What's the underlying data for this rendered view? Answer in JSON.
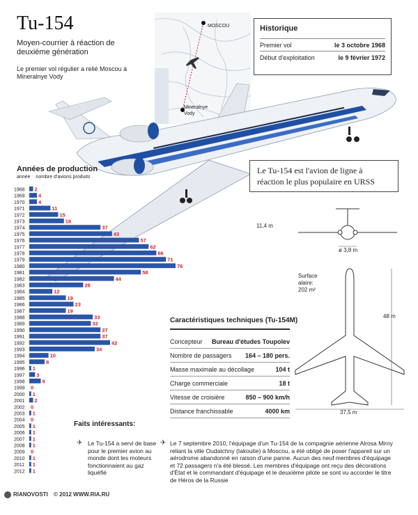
{
  "header": {
    "title": "Tu-154",
    "subtitle": "Moyen-courrier à réaction de deuxième génération",
    "route_note": "Le premier vol régulier a relié Moscou à Mineralnye Vody"
  },
  "map": {
    "city_top": "MOSCOU",
    "city_bottom": "Mineralnye Vody"
  },
  "history": {
    "title": "Historique",
    "rows": [
      {
        "label": "Premier vol",
        "value": "le 3 octobre 1968"
      },
      {
        "label": "Début d'exploitation",
        "value": "le 9 février 1972"
      }
    ]
  },
  "popular_note": "Le Tu-154 est l'avion de ligne à réaction le plus populaire en URSS",
  "production": {
    "title": "Années de production",
    "col_year": "année",
    "col_count": "nombre d'avions produits"
  },
  "chart_data": {
    "type": "bar",
    "orientation": "horizontal",
    "title": "Années de production",
    "categories": [
      "1968",
      "1969",
      "1970",
      "1971",
      "1972",
      "1973",
      "1974",
      "1975",
      "1976",
      "1977",
      "1978",
      "1979",
      "1980",
      "1981",
      "1982",
      "1983",
      "1984",
      "1985",
      "1986",
      "1987",
      "1988",
      "1989",
      "1990",
      "1991",
      "1992",
      "1993",
      "1994",
      "1995",
      "1996",
      "1997",
      "1998",
      "1999",
      "2000",
      "2001",
      "2002",
      "2003",
      "2004",
      "2005",
      "2006",
      "2007",
      "2008",
      "2009",
      "2010",
      "2011",
      "2012"
    ],
    "values": [
      2,
      4,
      4,
      11,
      15,
      18,
      37,
      43,
      57,
      62,
      66,
      71,
      76,
      58,
      44,
      28,
      12,
      19,
      23,
      19,
      33,
      32,
      37,
      37,
      42,
      34,
      10,
      8,
      1,
      3,
      6,
      0,
      1,
      2,
      0,
      1,
      0,
      1,
      1,
      1,
      1,
      0,
      1,
      1,
      1
    ],
    "bar_color": "#2a55a8",
    "label_color": "#d42020"
  },
  "specs": {
    "title": "Caractéristiques techniques (Tu-154M)",
    "rows": [
      {
        "label": "Concepteur",
        "value": "Bureau d'études Toupolev"
      },
      {
        "label": "Nombre de passagers",
        "value": "164 – 180 pers."
      },
      {
        "label": "Masse maximale au décollage",
        "value": "104 t"
      },
      {
        "label": "Charge commerciale",
        "value": "18 t"
      },
      {
        "label": "Vitesse de croisière",
        "value": "850 – 900 km/h"
      },
      {
        "label": "Distance franchissable",
        "value": "4000 km"
      }
    ]
  },
  "dimensions": {
    "height": "11,4 m",
    "fuselage_diameter": "ø 3,8 m",
    "wing_area_label": "Surface alaire:",
    "wing_area": "202 m²",
    "length": "48 m",
    "span": "37,5 m"
  },
  "facts": {
    "title": "Faits intéressants:",
    "fact1": "Le Tu-154 a servi de base pour le premier avion au monde dont les moteurs fonctionnaient au gaz liquéfié",
    "fact2": "Le 7 septembre 2010, l'équipage d'un Tu-154 de la compagnie aérienne Alrosa Mirny reliant la ville Oudatchny (Iakoutie) à Moscou, a été obligé de poser l'appareil sur un aérodrome abandonné en raison d'une panne. Aucun des neuf membres d'équipage et 72 passagers n'a été blessé. Les membres d'équipage ont reçu des décorations d'État et le commandant d'équipage et le deuxième pilote se sont vu accorder le titre de Héros de la Russie"
  },
  "footer": {
    "brand": "RIANOVOSTI",
    "credit": "© 2012 WWW.RIA.RU"
  },
  "icons": {
    "fact_bullet": "airplane-icon",
    "logo": "ria-logo-icon"
  }
}
